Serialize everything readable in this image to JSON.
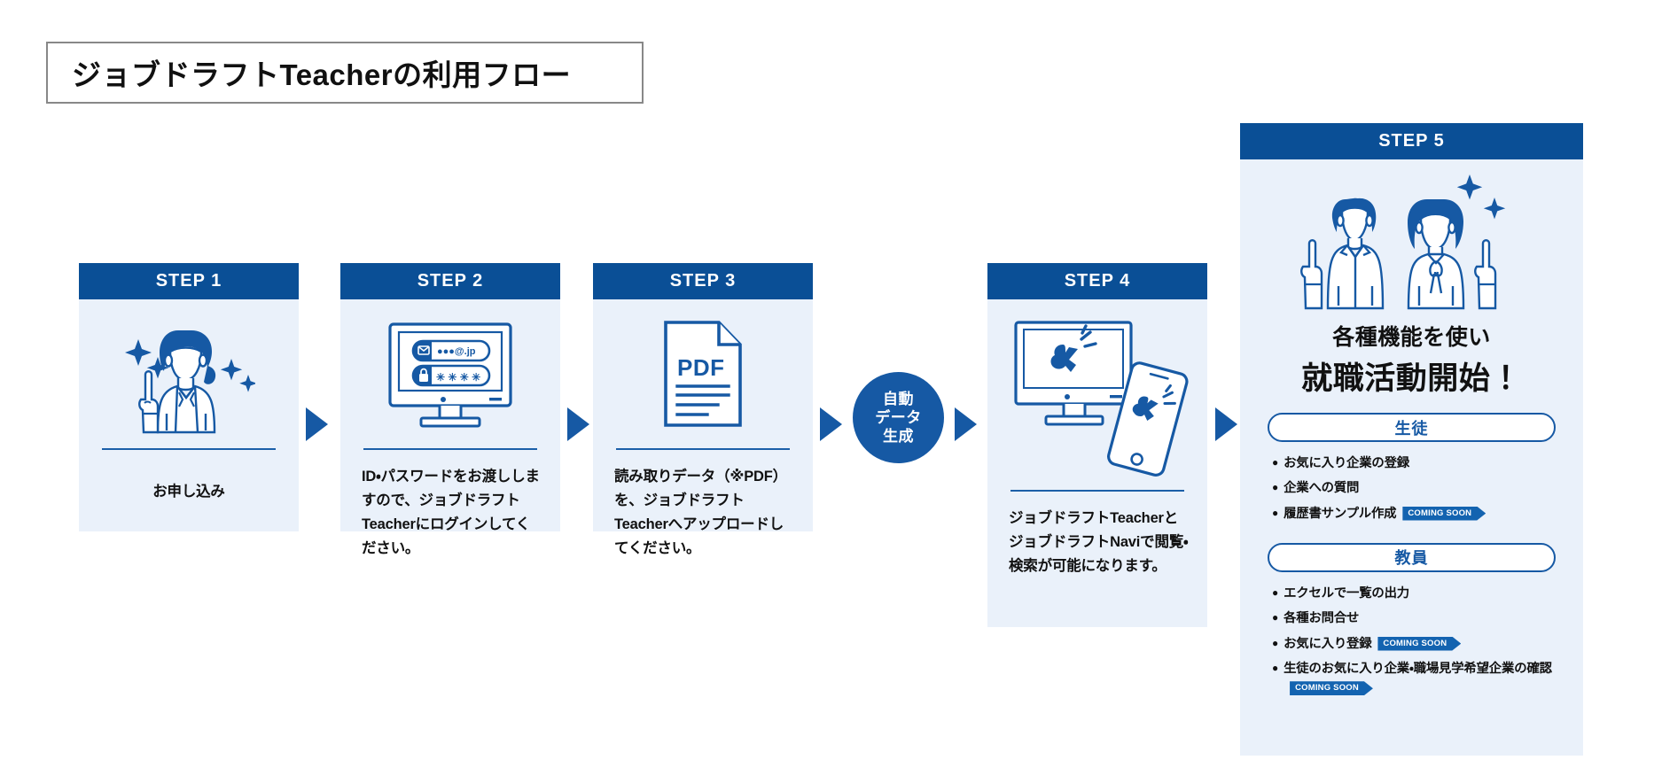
{
  "page": {
    "title": "ジョブドラフトTeacherの利用フロー",
    "accent_blue": "#0A4F96",
    "card_body_blue": "#EAF1FA",
    "arrow_blue": "#1659A4",
    "badge_blue": "#1363B0"
  },
  "steps": [
    {
      "id": "step-1",
      "header": "STEP 1",
      "icon": "teacher-person-sparkles-icon",
      "body": "お申し込み",
      "body_align": "center"
    },
    {
      "id": "step-2",
      "header": "STEP 2",
      "icon": "monitor-login-icon",
      "monitor_email_value": "●●●@.jp",
      "monitor_password_value": "＊＊＊＊",
      "body": "ID・パスワードをお渡ししますので、ジョブドラフトTeacherにログインしてください。",
      "body_align": "left"
    },
    {
      "id": "step-3",
      "header": "STEP 3",
      "icon": "pdf-document-icon",
      "pdf_label": "PDF",
      "body": "読み取りデータ（※PDF）を、ジョブドラフトTeacherへアップロードしてください。",
      "body_align": "left"
    },
    {
      "id": "step-4",
      "header": "STEP 4",
      "icon": "monitor-and-smartphone-icon",
      "body": "ジョブドラフトTeacherとジョブドラフトNaviで閲覧・検索が可能になります。",
      "body_align": "left"
    }
  ],
  "auto_circle": {
    "line1": "自動",
    "line2": "データ",
    "line3": "生成"
  },
  "step5": {
    "header": "STEP 5",
    "icon": "two-students-sparkles-icon",
    "headline_1": "各種機能を使い",
    "headline_2": "就職活動開始！",
    "groups": [
      {
        "pill_label": "生徒",
        "items": [
          {
            "text": "お気に入り企業の登録",
            "badge": ""
          },
          {
            "text": "企業への質問",
            "badge": ""
          },
          {
            "text": "履歴書サンプル作成",
            "badge": "COMING SOON"
          }
        ]
      },
      {
        "pill_label": "教員",
        "items": [
          {
            "text": "エクセルで一覧の出力",
            "badge": ""
          },
          {
            "text": "各種お問合せ",
            "badge": ""
          },
          {
            "text": "お気に入り登録",
            "badge": "COMING SOON"
          },
          {
            "text": "生徒のお気に入り企業・職場見学希望企業の確認",
            "badge": "COMING SOON"
          }
        ]
      }
    ]
  },
  "arrows": {
    "glyph": "triangle-right-icon",
    "count": 5
  }
}
